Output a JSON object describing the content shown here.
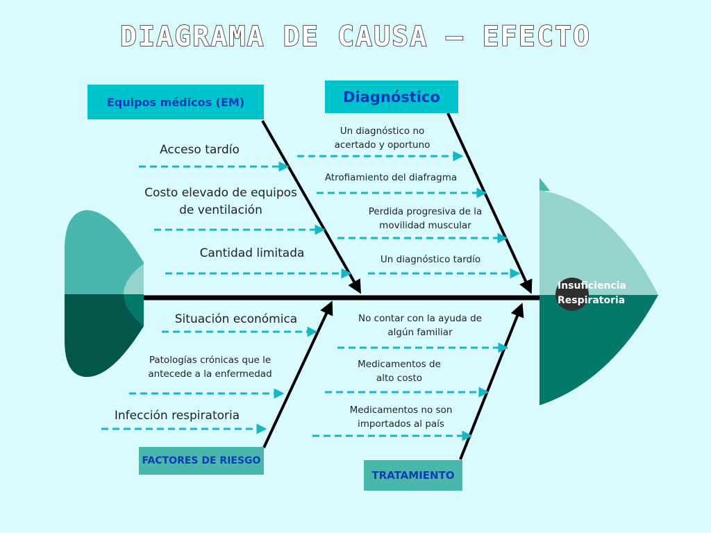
{
  "title": "DIAGRAMA DE CAUSA – EFECTO",
  "effect": {
    "line1": "Insuficiencia",
    "line2": "Respiratoria"
  },
  "categories": {
    "equipos": "Equipos médicos (EM)",
    "diagnostico": "Diagnóstico",
    "factores": "FACTORES DE RIESGO",
    "tratamiento": "TRATAMIENTO"
  },
  "causes": {
    "equipos": [
      "Acceso tardío",
      "Costo elevado de equipos de ventilación",
      "Cantidad limitada"
    ],
    "diagnostico": [
      "Un diagnóstico no acertado y oportuno",
      "Atrofiamiento del diafragma",
      "Perdida progresiva de la movilidad muscular",
      "Un diagnóstico tardío"
    ],
    "factores": [
      "Situación económica",
      "Patologías crónicas que le antecede a la enfermedad",
      "Infección respiratoria"
    ],
    "tratamiento": [
      "No contar con la ayuda de algún familiar",
      "Medicamentos de alto costo",
      "Medicamentos no son importados al país"
    ]
  },
  "colors": {
    "background": "#d9fbfd",
    "box_cyan": "#00c4cc",
    "box_teal": "#4ab7af",
    "label_blue": "#0d3bb8",
    "arrow_dash": "#14b8c4",
    "teal_light": "#4ab7af",
    "teal_dark": "#03574a",
    "head_light": "#97d3cd",
    "head_dark": "#03786b",
    "spine": "#000000"
  }
}
